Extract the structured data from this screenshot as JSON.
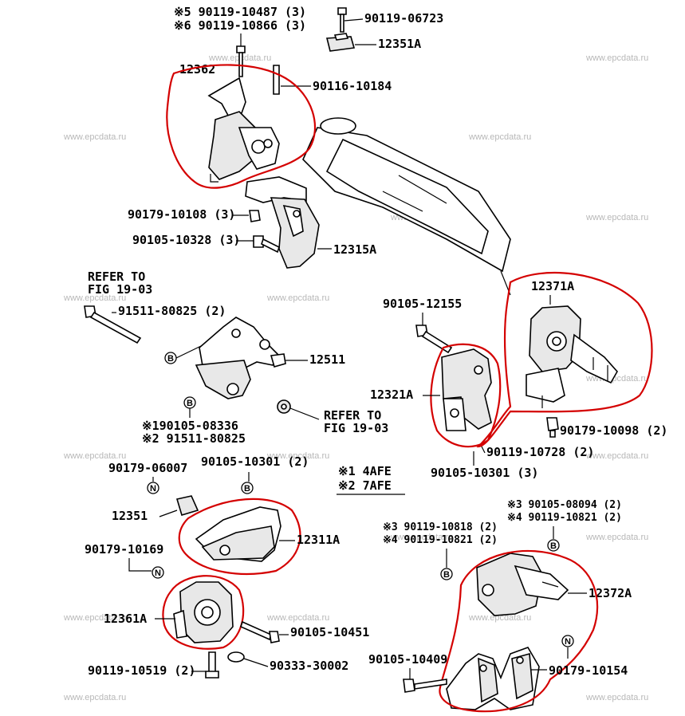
{
  "watermark": "www.epcdata.ru",
  "legend": {
    "note1": "※1 4AFE",
    "note2": "※2 7AFE"
  },
  "labels": {
    "l_90119_10487": "※5 90119-10487 (3)",
    "l_90119_10866": "※6 90119-10866 (3)",
    "l_90119_06723": "90119-06723",
    "l_12351A": "12351A",
    "l_12362": "12362",
    "l_90116_10184": "90116-10184",
    "l_90179_10108": "90179-10108 (3)",
    "l_90105_10328": "90105-10328 (3)",
    "l_12315A": "12315A",
    "l_refer1a": "REFER TO",
    "l_refer1b": "FIG 19-03",
    "l_91511_80825": "91511-80825 (2)",
    "l_12511": "12511",
    "l_190105_08336": "※190105-08336",
    "l_91511_80825b": "※2 91511-80825",
    "l_refer2a": "REFER TO",
    "l_refer2b": "FIG 19-03",
    "l_90105_12155": "90105-12155",
    "l_12371A": "12371A",
    "l_12321A": "12321A",
    "l_90179_10098": "90179-10098 (2)",
    "l_90119_10728": "90119-10728 (2)",
    "l_90105_10301_3": "90105-10301 (3)",
    "l_90179_06007": "90179-06007",
    "l_90105_10301_2": "90105-10301 (2)",
    "l_12351": "12351",
    "l_12311A": "12311A",
    "l_90179_10169": "90179-10169",
    "l_12361A": "12361A",
    "l_90105_10451": "90105-10451",
    "l_90119_10519": "90119-10519 (2)",
    "l_90333_30002": "90333-30002",
    "l_90105_08094": "※3 90105-08094 (2)",
    "l_90119_10821a": "※4 90119-10821 (2)",
    "l_90119_10818": "※3 90119-10818 (2)",
    "l_90119_10821b": "※4 90119-10821 (2)",
    "l_12372A": "12372A",
    "l_90105_10409": "90105-10409",
    "l_90179_10154": "90179-10154"
  },
  "badges": {
    "b": "B",
    "n": "N"
  }
}
